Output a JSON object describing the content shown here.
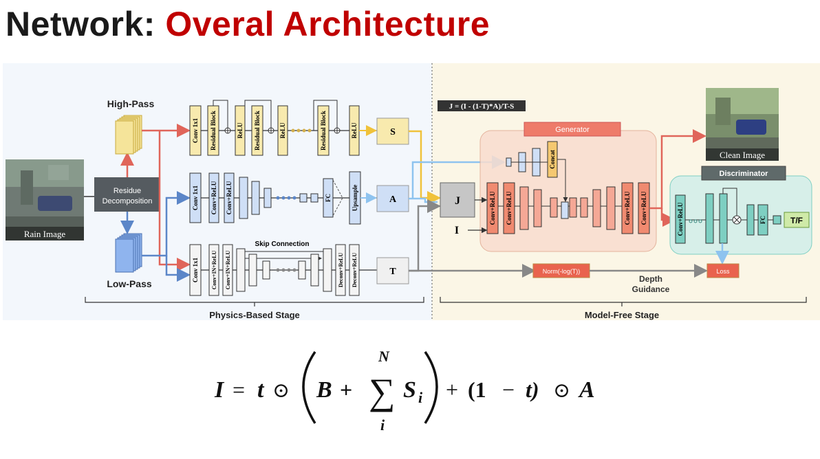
{
  "title": {
    "prefix": "Network: ",
    "highlight": "Overal Architecture"
  },
  "colors": {
    "title_accent": "#c00000",
    "high_pass": "#f5e49a",
    "low_pass": "#8fb4ee",
    "generator": "#f08a70",
    "discriminator": "#7ecfc2",
    "physics_bg": "#f3f7fc",
    "model_free_bg": "#fbf6e6"
  },
  "diagram": {
    "rain_image_label": "Rain Image",
    "residue_decomposition": [
      "Residue",
      "Decomposition"
    ],
    "high_pass": "High-Pass",
    "low_pass": "Low-Pass",
    "top_branch": {
      "conv": "Conv 1x1",
      "residual_block": "Residual Block",
      "relu": "ReLU"
    },
    "mid_branch": {
      "conv": "Conv 1x1",
      "conv_relu": "Conv+ReLU",
      "fc": "FC",
      "upsample": "Upsample"
    },
    "bottom_branch": {
      "conv": "Conv 1x1",
      "conv_in_relu": "Conv+IN+ReLU",
      "deconv_relu": "Deconv+ReLU",
      "skip": "Skip Connection"
    },
    "outputs": {
      "s": "S",
      "a": "A",
      "t": "T"
    },
    "formula": "J = (I - (1-T)*A)/T-S",
    "generator": {
      "title": "Generator",
      "j": "J",
      "i": "I",
      "conv_relu": "Conv+ReLU",
      "concat": "Concat"
    },
    "clean_image_label": "Clean Image",
    "discriminator": {
      "title": "Discriminator",
      "conv_relu": "Conv+ReLU",
      "fc": "FC",
      "tf": "T/F"
    },
    "norm": "Norm(-log(T))",
    "loss": "Loss",
    "depth_guidance": [
      "Depth",
      "Guidance"
    ],
    "physics_stage": "Physics-Based Stage",
    "model_free_stage": "Model-Free Stage"
  },
  "equation": {
    "lhs": "I",
    "eq": "=",
    "t": "t",
    "op": "⊙",
    "b": "B",
    "plus": "+",
    "sum": "∑",
    "sum_top": "N",
    "sum_bottom": "i",
    "s": "S",
    "sub_i": "i",
    "plus2": "+",
    "one": "(1",
    "minus": "−",
    "t2": "t)",
    "op2": "⊙",
    "a": "A"
  }
}
